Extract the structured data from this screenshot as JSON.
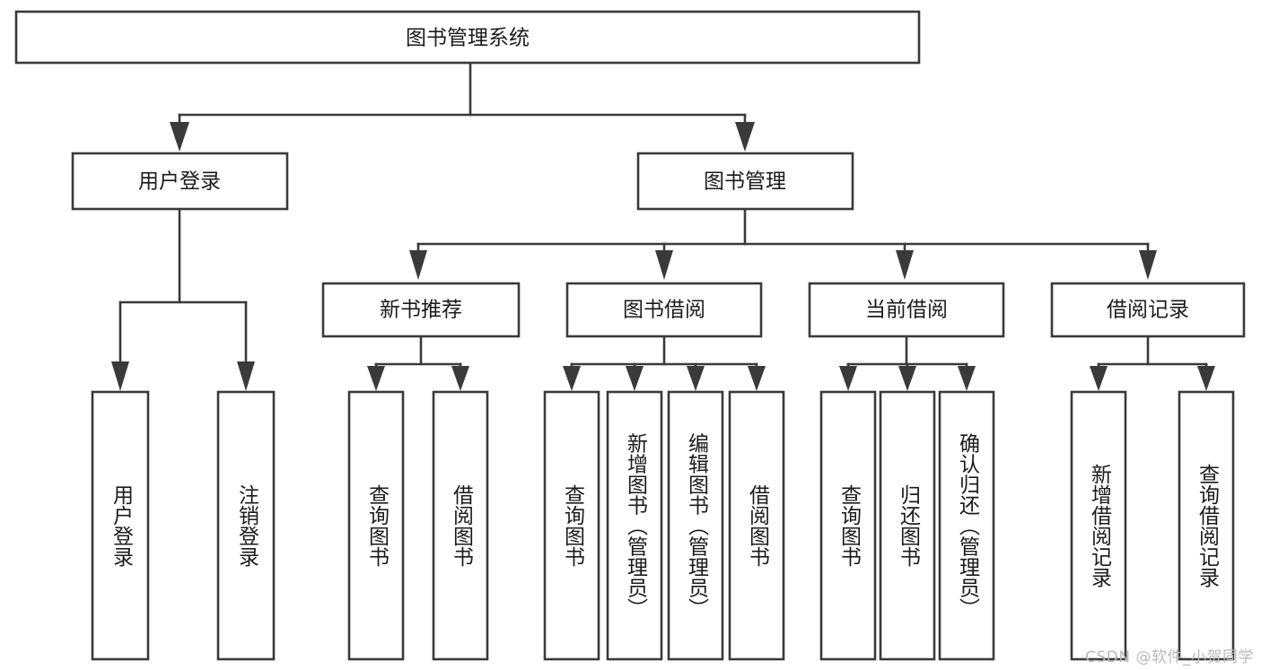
{
  "diagram": {
    "type": "tree",
    "orientation": "top-down",
    "title": "图书管理系统",
    "background_color": "#ffffff",
    "line_color": "#3a3a3a",
    "text_color": "#1b1b1b",
    "root": {
      "id": "root",
      "label": "图书管理系统",
      "text_orientation": "horizontal"
    },
    "level2": [
      {
        "id": "user-login",
        "label": "用户登录",
        "text_orientation": "horizontal"
      },
      {
        "id": "book-manage",
        "label": "图书管理",
        "text_orientation": "horizontal"
      }
    ],
    "level3": [
      {
        "id": "new-book-recommend",
        "label": "新书推荐",
        "parent": "book-manage",
        "text_orientation": "horizontal"
      },
      {
        "id": "book-borrow",
        "label": "图书借阅",
        "parent": "book-manage",
        "text_orientation": "horizontal"
      },
      {
        "id": "current-borrow",
        "label": "当前借阅",
        "parent": "book-manage",
        "text_orientation": "horizontal"
      },
      {
        "id": "borrow-record",
        "label": "借阅记录",
        "parent": "book-manage",
        "text_orientation": "horizontal"
      }
    ],
    "leaves": [
      {
        "id": "leaf-user-login",
        "label": "用户登录",
        "parent": "user-login",
        "text_orientation": "vertical"
      },
      {
        "id": "leaf-user-logout",
        "label": "注销登录",
        "parent": "user-login",
        "text_orientation": "vertical"
      },
      {
        "id": "leaf-query-book-1",
        "label": "查询图书",
        "parent": "new-book-recommend",
        "text_orientation": "vertical"
      },
      {
        "id": "leaf-borrow-book-1",
        "label": "借阅图书",
        "parent": "new-book-recommend",
        "text_orientation": "vertical"
      },
      {
        "id": "leaf-query-book-2",
        "label": "查询图书",
        "parent": "book-borrow",
        "text_orientation": "vertical"
      },
      {
        "id": "leaf-add-book",
        "label": "新增图书（管理员）",
        "parent": "book-borrow",
        "text_orientation": "vertical"
      },
      {
        "id": "leaf-edit-book",
        "label": "编辑图书（管理员）",
        "parent": "book-borrow",
        "text_orientation": "vertical"
      },
      {
        "id": "leaf-borrow-book-2",
        "label": "借阅图书",
        "parent": "book-borrow",
        "text_orientation": "vertical"
      },
      {
        "id": "leaf-query-book-3",
        "label": "查询图书",
        "parent": "current-borrow",
        "text_orientation": "vertical"
      },
      {
        "id": "leaf-return-book",
        "label": "归还图书",
        "parent": "current-borrow",
        "text_orientation": "vertical"
      },
      {
        "id": "leaf-confirm-return",
        "label": "确认归还（管理员）",
        "parent": "current-borrow",
        "text_orientation": "vertical"
      },
      {
        "id": "leaf-add-record",
        "label": "新增借阅记录",
        "parent": "borrow-record",
        "text_orientation": "vertical"
      },
      {
        "id": "leaf-query-record",
        "label": "查询借阅记录",
        "parent": "borrow-record",
        "text_orientation": "vertical"
      }
    ]
  },
  "watermark": {
    "text": "CSDN @软件_小贺同学"
  }
}
